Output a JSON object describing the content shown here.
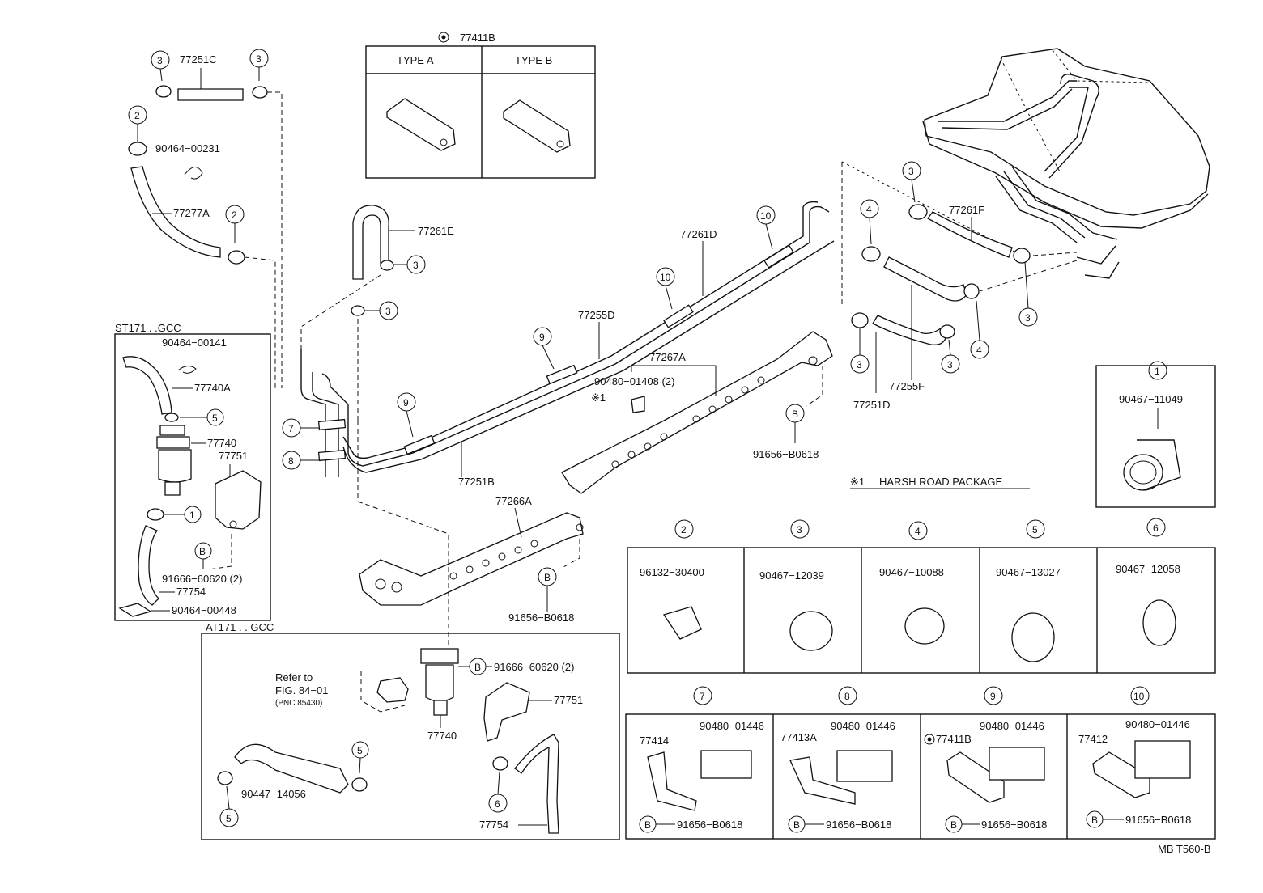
{
  "legend_box": {
    "code": "77411B",
    "type_a": "TYPE A",
    "type_b": "TYPE B"
  },
  "frame_labels": {
    "st": "ST171 . .GCC",
    "at": "AT171 . . GCC",
    "harsh_mark": "※1",
    "harsh_road": "HARSH ROAD PACKAGE",
    "refer": [
      "Refer to",
      "FIG. 84−01",
      "(PNC 85430)"
    ],
    "ref_code": "MB T560-B"
  },
  "parts": {
    "p77251C": "77251C",
    "p90464_00231": "90464−00231",
    "p77277A": "77277A",
    "p77261E": "77261E",
    "p77255D": "77255D",
    "p77261D": "77261D",
    "p77261F": "77261F",
    "p77267A": "77267A",
    "p90480_01408": "90480−01408 (2)",
    "p91656_B0618": "91656−B0618",
    "p77251B": "77251B",
    "p77266A": "77266A",
    "p77255F": "77255F",
    "p77251D": "77251D",
    "p90464_00141": "90464−00141",
    "p77740A": "77740A",
    "p77740": "77740",
    "p77751": "77751",
    "p91666_60620": "91666−60620 (2)",
    "p77754": "77754",
    "p90464_00448": "90464−00448",
    "p90447_14056": "90447−14056",
    "p90467_11049": "90467−11049"
  },
  "callouts": {
    "one": "1",
    "two": "2",
    "three": "3",
    "four": "4",
    "five": "5",
    "six": "6",
    "seven": "7",
    "eight": "8",
    "nine": "9",
    "ten": "10",
    "b": "B"
  },
  "clamp_table": [
    {
      "num": "2",
      "part": "96132−30400"
    },
    {
      "num": "3",
      "part": "90467−12039"
    },
    {
      "num": "4",
      "part": "90467−10088"
    },
    {
      "num": "5",
      "part": "90467−13027"
    },
    {
      "num": "6",
      "part": "90467−12058"
    }
  ],
  "clip_table": [
    {
      "num": "7",
      "bracket": "77414",
      "clip": "90480−01446",
      "bolt": "91656−B0618"
    },
    {
      "num": "8",
      "bracket": "77413A",
      "clip": "90480−01446",
      "bolt": "91656−B0618"
    },
    {
      "num": "9",
      "bracket": "77411B",
      "clip": "90480−01446",
      "bolt": "91656−B0618"
    },
    {
      "num": "10",
      "bracket": "77412",
      "clip": "90480−01446",
      "bolt": "91656−B0618"
    }
  ]
}
